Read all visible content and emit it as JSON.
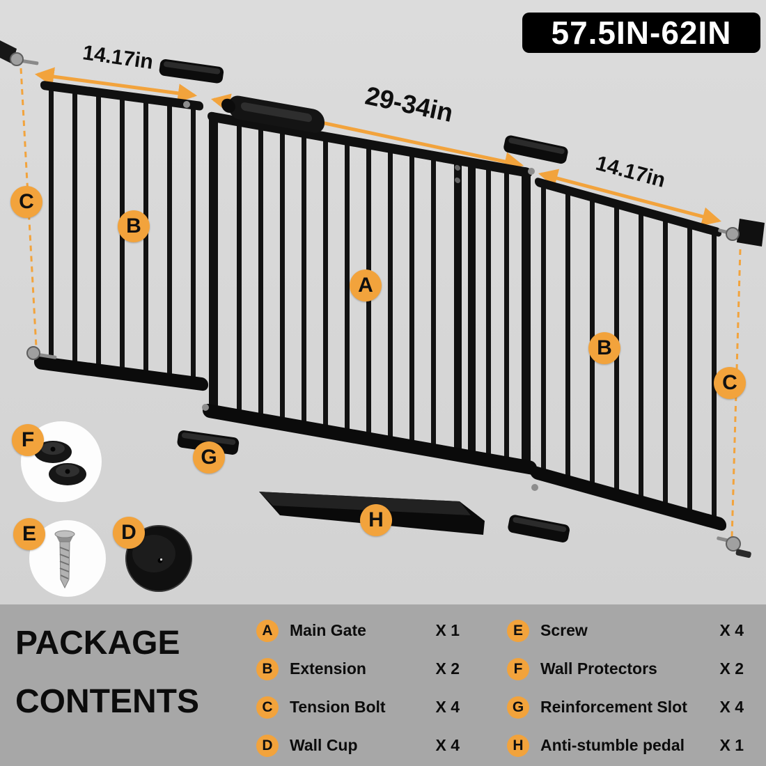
{
  "badge": {
    "text": "57.5IN-62IN"
  },
  "dimensions": {
    "left": "14.17in",
    "center": "29-34in",
    "right": "14.17in"
  },
  "callouts": {
    "a": "A",
    "b": "B",
    "c": "C",
    "d": "D",
    "e": "E",
    "f": "F",
    "g": "G",
    "h": "H"
  },
  "package": {
    "title_line1": "PACKAGE",
    "title_line2": "CONTENTS",
    "items": [
      {
        "letter": "A",
        "name": "Main Gate",
        "qty": "X 1"
      },
      {
        "letter": "B",
        "name": "Extension",
        "qty": "X 2"
      },
      {
        "letter": "C",
        "name": "Tension Bolt",
        "qty": "X 4"
      },
      {
        "letter": "D",
        "name": "Wall Cup",
        "qty": "X 4"
      },
      {
        "letter": "E",
        "name": "Screw",
        "qty": "X 4"
      },
      {
        "letter": "F",
        "name": "Wall Protectors",
        "qty": "X 2"
      },
      {
        "letter": "G",
        "name": "Reinforcement Slot",
        "qty": "X 4"
      },
      {
        "letter": "H",
        "name": "Anti-stumble pedal",
        "qty": "X 1"
      }
    ]
  },
  "colors": {
    "accent_orange": "#F2A33C",
    "badge_bg": "#000000",
    "bg_top": "#dcdcdc",
    "bg_bottom": "#a7a7a7",
    "gate_black": "#111111"
  }
}
